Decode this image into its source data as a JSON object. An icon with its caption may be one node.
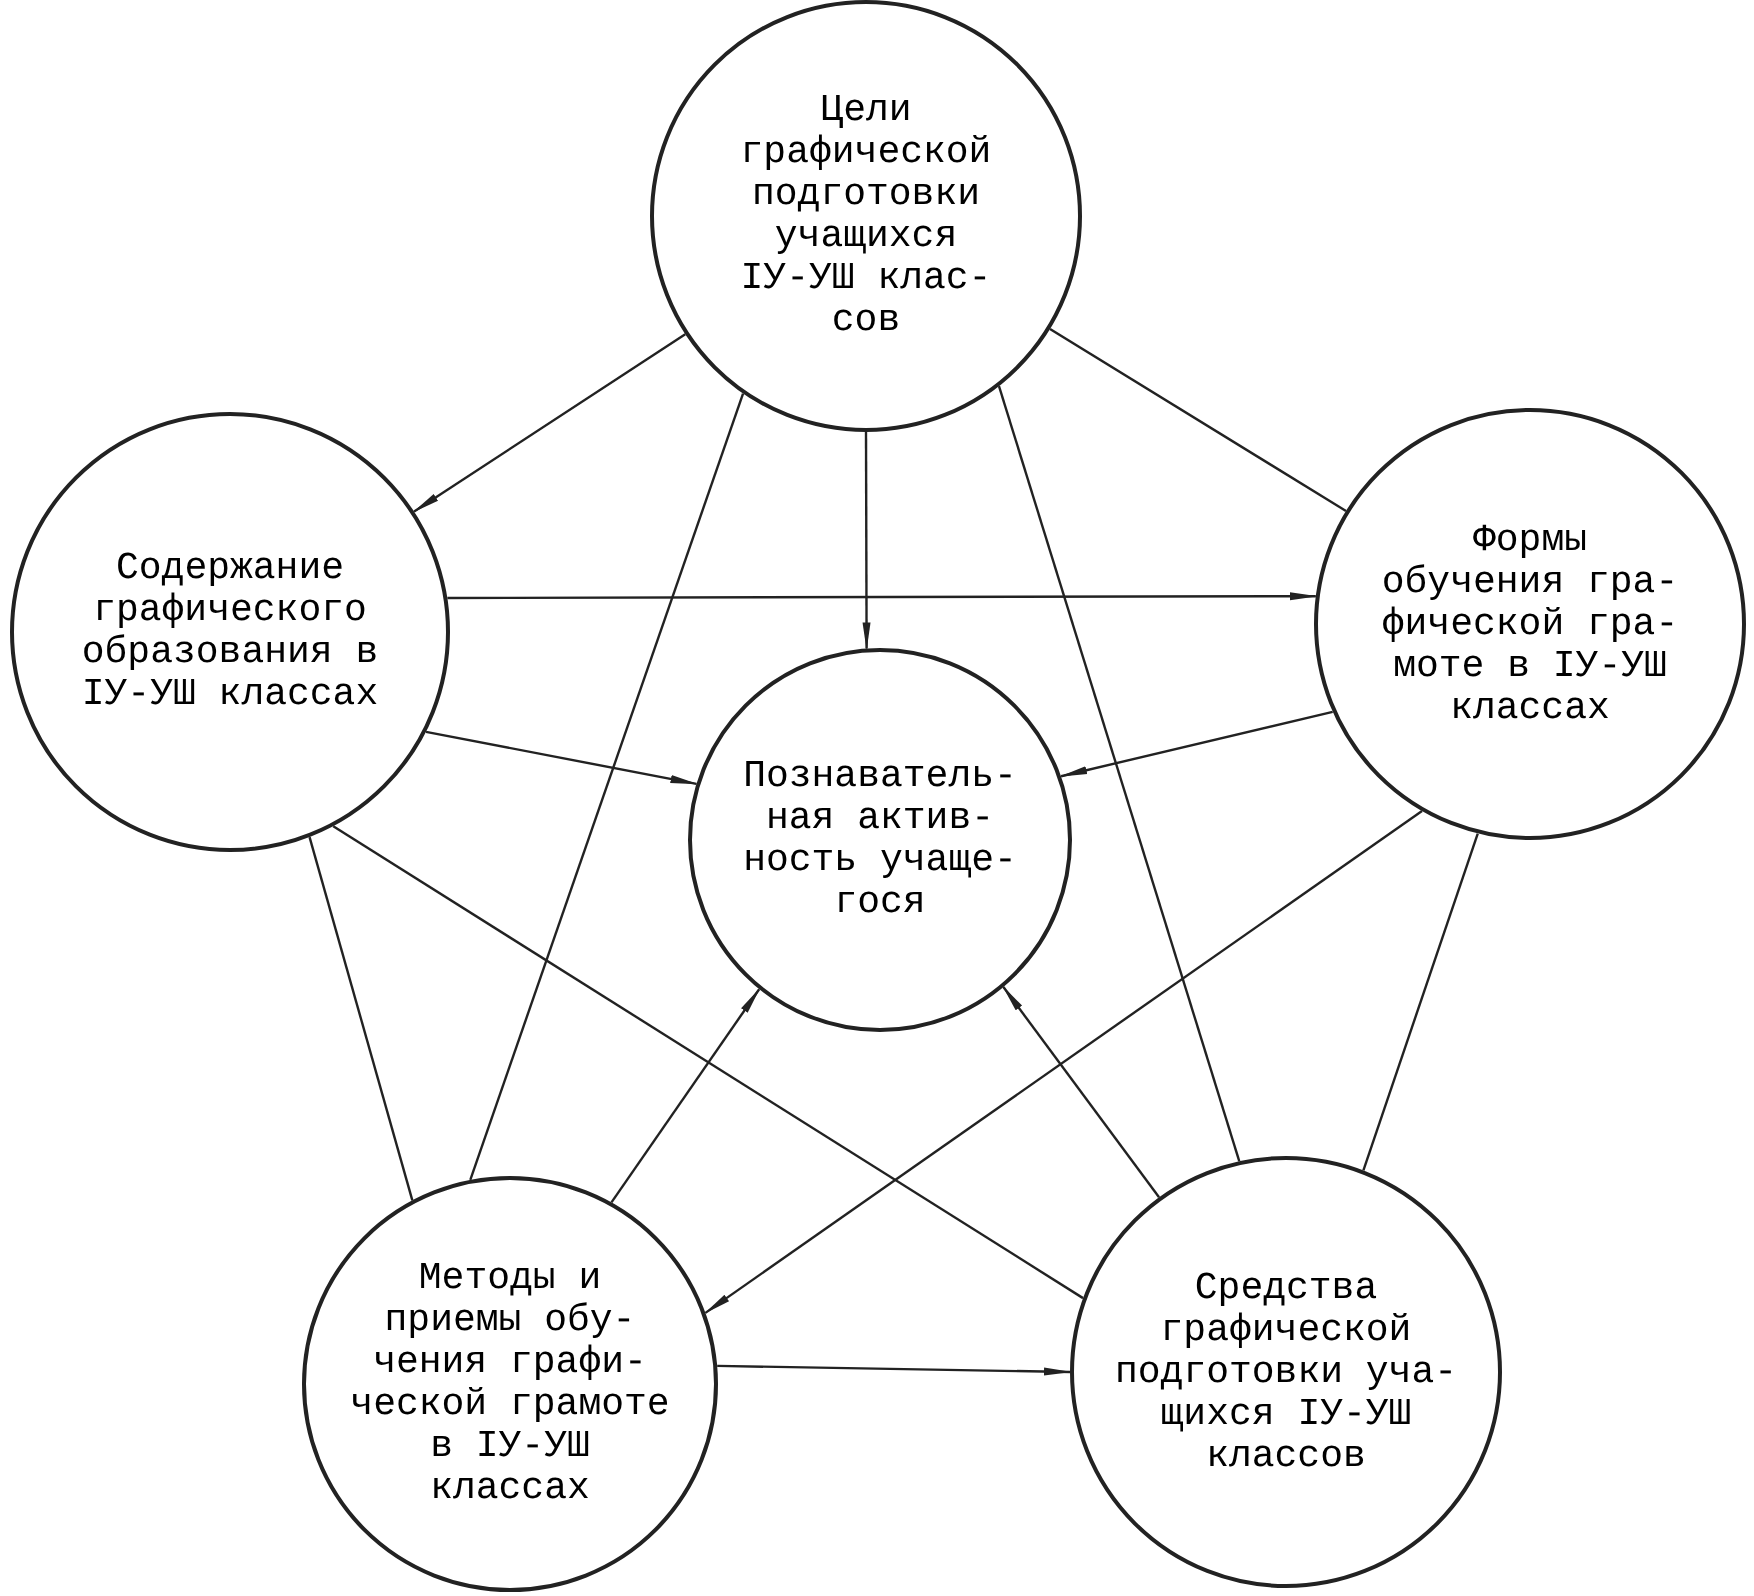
{
  "diagram": {
    "nodes": [
      {
        "text": [
          "Цели графической подготовки учащихся IУ-УШ клас- сов"
        ]
      },
      {
        "text": [
          "Содержание графического образования в IУ-УШ классах"
        ]
      },
      {
        "text": [
          "Формы обучения гра- фической гра- моте в IУ-УШ классах"
        ]
      },
      {
        "text": [
          "Познаватель- ная актив- ность учаще- гося"
        ]
      },
      {
        "text": [
          "Методы и приемы обу- чения графи- ческой грамоте в IУ-УШ классах"
        ]
      },
      {
        "text": [
          "Средства графической подготовки уча- щихся IУ-УШ классов"
        ]
      }
    ],
    "edges": [
      {
        "from": 0,
        "to": 1,
        "arrow": "to"
      },
      {
        "from": 0,
        "to": 2,
        "arrow": "none"
      },
      {
        "from": 0,
        "to": 3,
        "arrow": "to"
      },
      {
        "from": 0,
        "to": 4,
        "arrow": "none"
      },
      {
        "from": 0,
        "to": 5,
        "arrow": "none"
      },
      {
        "from": 1,
        "to": 2,
        "arrow": "to"
      },
      {
        "from": 1,
        "to": 3,
        "arrow": "to"
      },
      {
        "from": 1,
        "to": 4,
        "arrow": "none"
      },
      {
        "from": 1,
        "to": 5,
        "arrow": "none"
      },
      {
        "from": 2,
        "to": 3,
        "arrow": "to"
      },
      {
        "from": 2,
        "to": 4,
        "arrow": "to"
      },
      {
        "from": 2,
        "to": 5,
        "arrow": "none"
      },
      {
        "from": 4,
        "to": 3,
        "arrow": "to"
      },
      {
        "from": 5,
        "to": 3,
        "arrow": "to"
      },
      {
        "from": 4,
        "to": 5,
        "arrow": "to"
      }
    ]
  }
}
